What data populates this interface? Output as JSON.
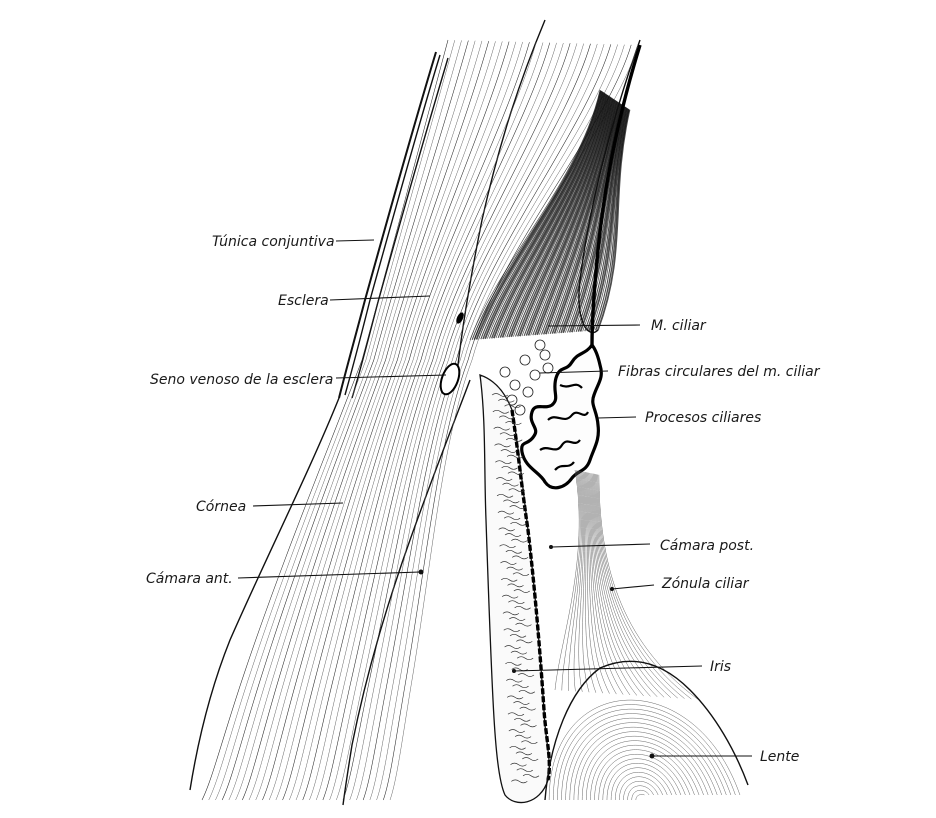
{
  "labels": {
    "tunica_conjuntiva": "Túnica conjuntiva",
    "esclera": "Esclera",
    "seno_venoso": "Seno venoso de la esclera",
    "cornea": "Córnea",
    "camara_ant": "Cámara ant.",
    "m_ciliar": "M. ciliar",
    "fibras_circulares": "Fibras circulares del m. ciliar",
    "procesos_ciliares": "Procesos ciliares",
    "camara_post": "Cámara post.",
    "zonula_ciliar": "Zónula ciliar",
    "iris": "Iris",
    "lente": "Lente"
  },
  "colors": {
    "ink": "#111111",
    "background": "#ffffff"
  }
}
